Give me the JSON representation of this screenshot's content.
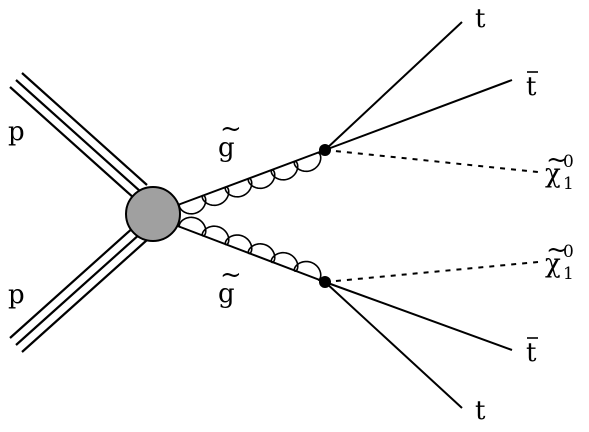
{
  "diagram": {
    "labels": {
      "proton_top": "p",
      "proton_bottom": "p",
      "gluino_top": "g",
      "gluino_bottom": "g",
      "gluino_tilde": "~",
      "top_upper": "t",
      "antitop_upper": "t",
      "top_lower": "t",
      "antitop_lower": "t",
      "neutralino_symbol": "χ",
      "neutralino_tilde": "~",
      "neutralino_sub": "1",
      "neutralino_sup": "0"
    },
    "colors": {
      "blob_fill": "#a0a0a0",
      "line": "#000000"
    }
  }
}
